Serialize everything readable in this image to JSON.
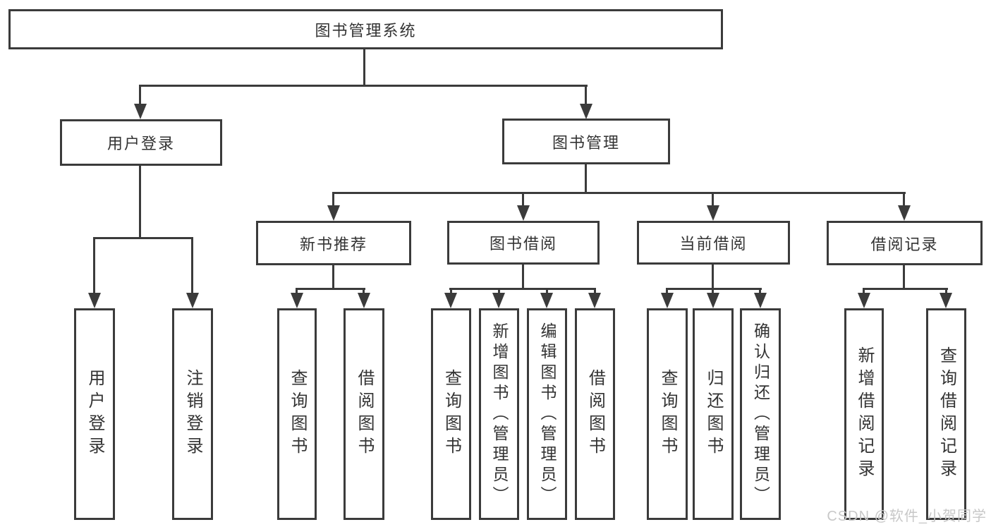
{
  "diagram": {
    "root": {
      "label": "图书管理系统"
    },
    "level1": [
      {
        "label": "用户登录"
      },
      {
        "label": "图书管理"
      }
    ],
    "level2": [
      {
        "label": "新书推荐"
      },
      {
        "label": "图书借阅"
      },
      {
        "label": "当前借阅"
      },
      {
        "label": "借阅记录"
      }
    ],
    "leaves": [
      {
        "label": "用户登录"
      },
      {
        "label": "注销登录"
      },
      {
        "label": "查询图书"
      },
      {
        "label": "借阅图书"
      },
      {
        "label": "查询图书"
      },
      {
        "label": "新增图书（管理员）"
      },
      {
        "label": "编辑图书（管理员）"
      },
      {
        "label": "借阅图书"
      },
      {
        "label": "查询图书"
      },
      {
        "label": "归还图书"
      },
      {
        "label": "确认归还（管理员）"
      },
      {
        "label": "新增借阅记录"
      },
      {
        "label": "查询借阅记录"
      }
    ]
  },
  "watermark": {
    "text": "CSDN @软件_小贺同学"
  },
  "colors": {
    "line": "#3b3b3b",
    "text": "#333333",
    "watermark": "#c8c8c8",
    "bg": "#ffffff"
  }
}
